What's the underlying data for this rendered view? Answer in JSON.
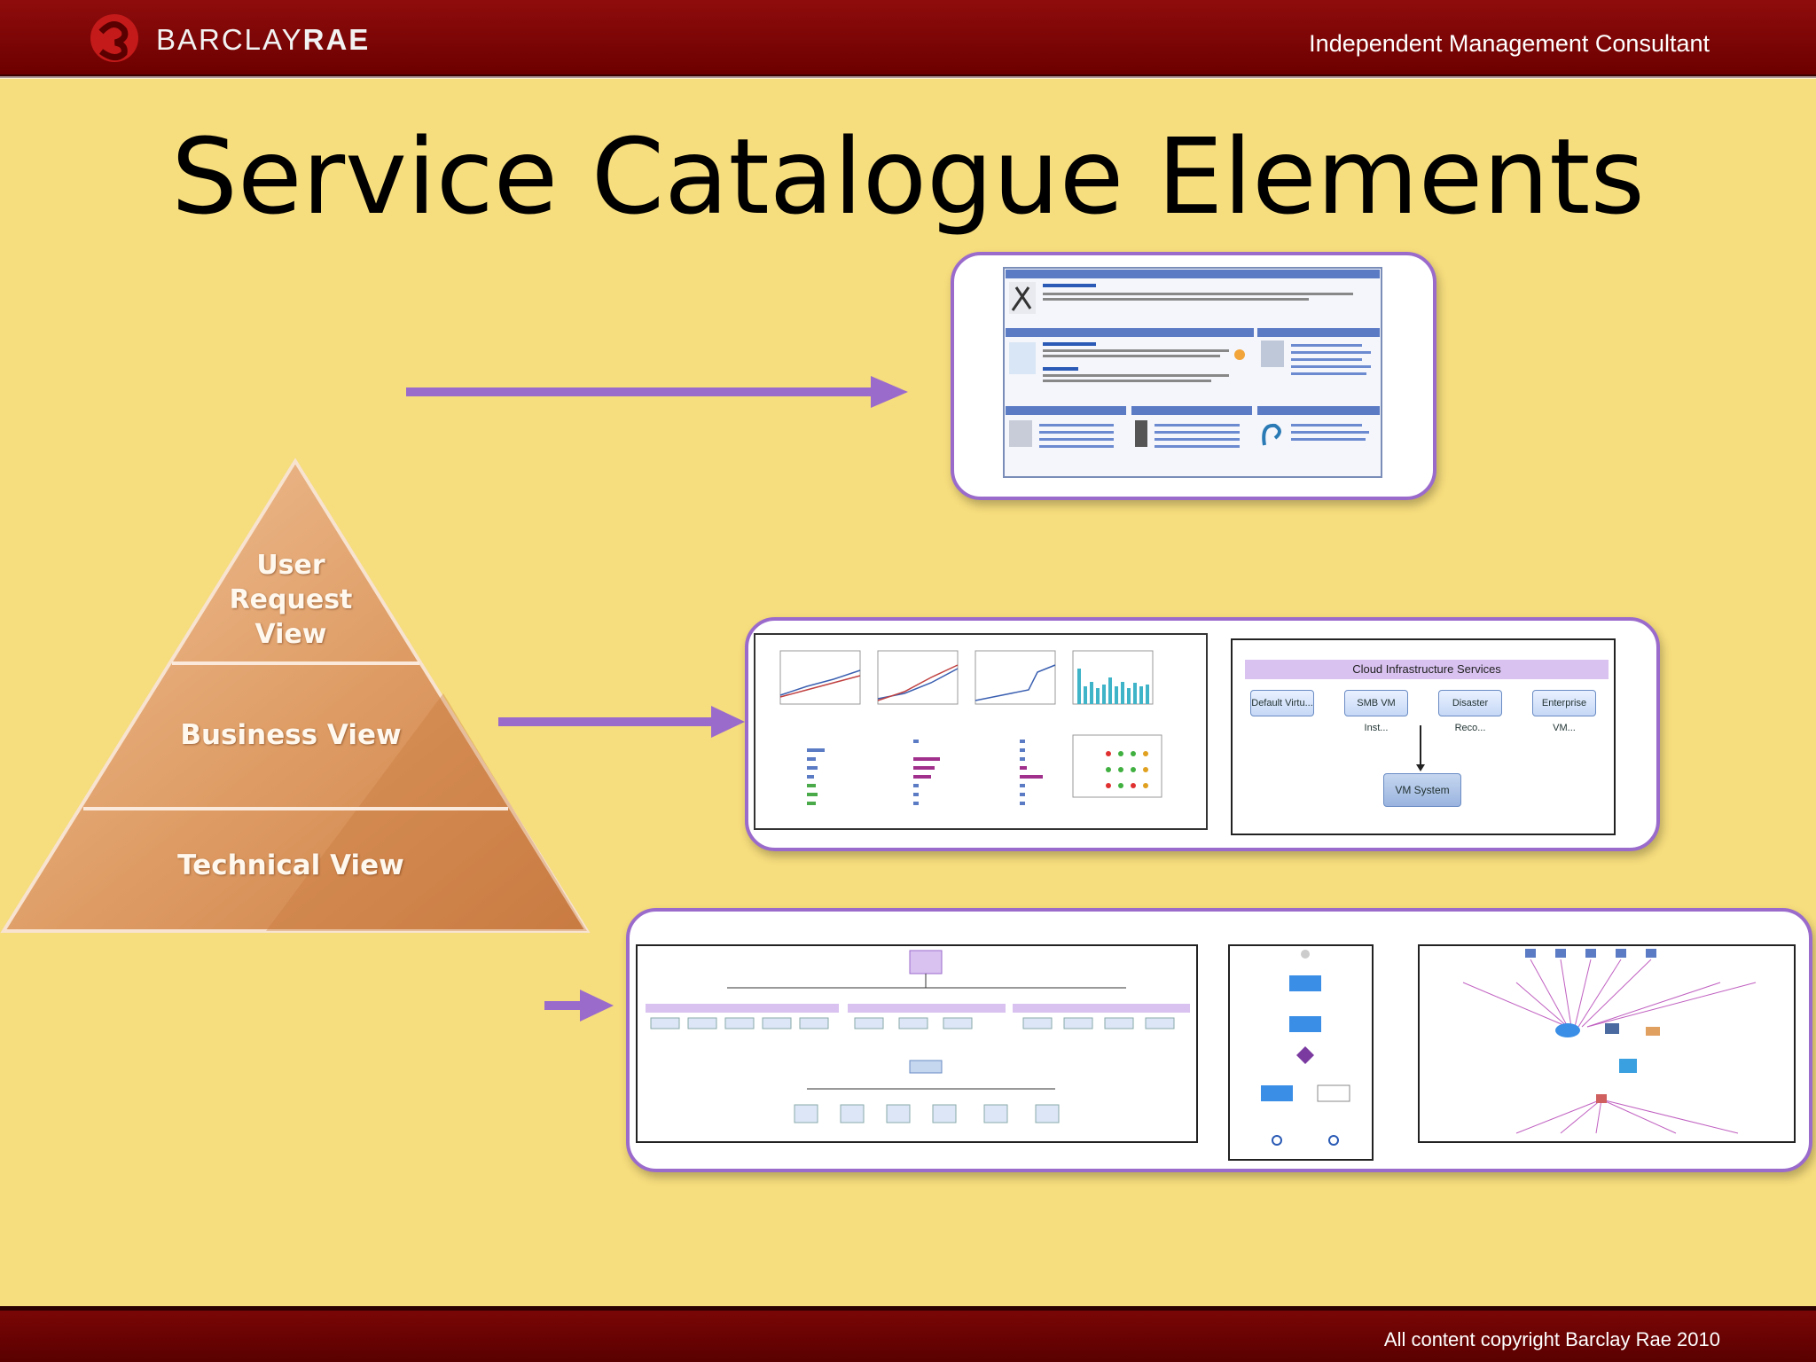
{
  "header": {
    "brand_prefix": "BARCLAY",
    "brand_suffix": "RAE",
    "tagline": "Independent Management Consultant"
  },
  "slide": {
    "title": "Service Catalogue Elements"
  },
  "pyramid": {
    "levels": [
      {
        "label": "User Request View"
      },
      {
        "label": "Business View"
      },
      {
        "label": "Technical View"
      }
    ]
  },
  "panels": {
    "business_view": {
      "cloud_title": "Cloud Infrastructure Services",
      "services": [
        "Default Virtu...",
        "SMB VM Inst...",
        "Disaster Reco...",
        "Enterprise VM..."
      ],
      "vm_system": "VM System"
    }
  },
  "footer": {
    "copyright": "All content copyright Barclay Rae 2010"
  },
  "colors": {
    "background": "#f6dd7d",
    "bar": "#7a0606",
    "arrow": "#9b6bcc",
    "pyramid": "#d99a66"
  }
}
